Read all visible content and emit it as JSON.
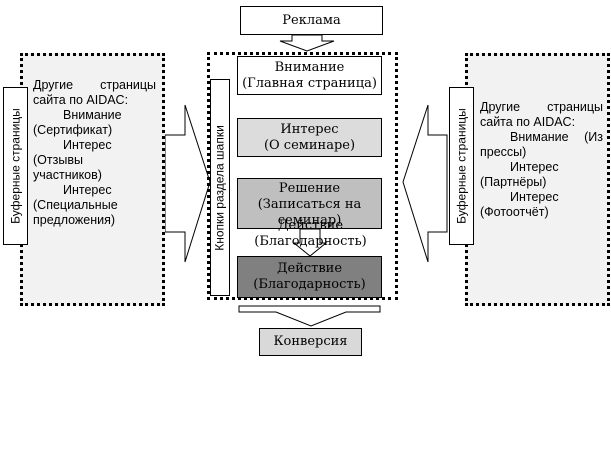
{
  "top": {
    "label": "Реклама"
  },
  "center_frame": {
    "side_label": "Кнопки раздела шапки"
  },
  "steps": [
    {
      "title": "Внимание",
      "subtitle": "(Главная страница)",
      "color": "#ffffff"
    },
    {
      "title": "Интерес",
      "subtitle": "(О семинаре)",
      "color": "#dcdcdc"
    },
    {
      "title": "Решение",
      "subtitle": "(Записаться на семинар)",
      "overlap": "Действие (Благодарность)",
      "color": "#bfbfbf"
    },
    {
      "title": "Действие",
      "subtitle": "(Благодарность)",
      "color": "#808080"
    }
  ],
  "bottom": {
    "label": "Конверсия",
    "color": "#d9d9d9"
  },
  "left_panel": {
    "vertical_label": "Буферные страницы",
    "lines": [
      "Другие страницы",
      "сайта по AIDAC:",
      "Внимание",
      "(Сертификат)",
      "Интерес",
      "(Отзывы",
      "участников)",
      "Интерес",
      "(Специальные",
      "предложения)"
    ]
  },
  "right_panel": {
    "vertical_label": "Буферные страницы",
    "lines": [
      "Другие страницы",
      "сайта по AIDAC:",
      "Внимание (Из",
      "прессы)",
      "Интерес",
      "(Партнёры)",
      "Интерес",
      "(Фотоотчёт)"
    ]
  }
}
